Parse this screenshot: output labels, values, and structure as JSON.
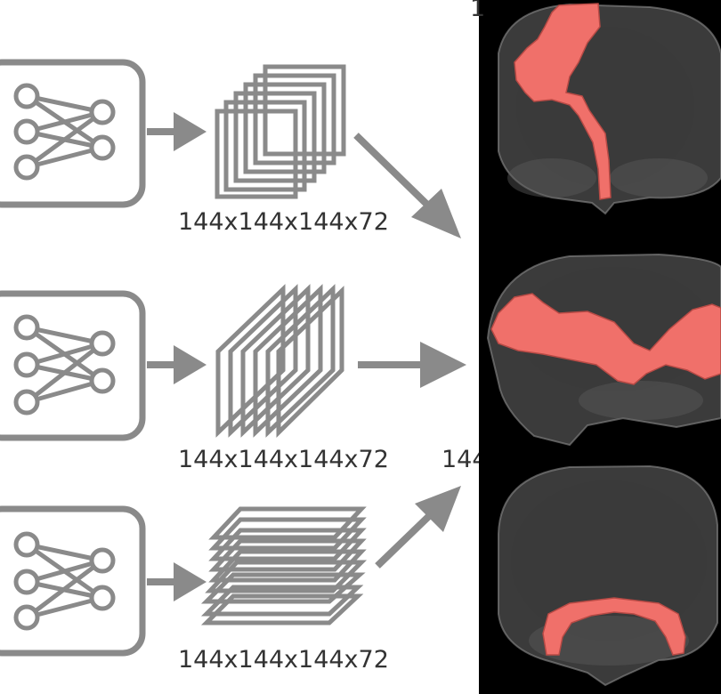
{
  "rows": [
    {
      "orientation": "coronal",
      "dimension_label": "144x144x144x72"
    },
    {
      "orientation": "sagittal",
      "dimension_label": "144x144x144x72"
    },
    {
      "orientation": "axial",
      "dimension_label": "144x144x144x72"
    }
  ],
  "partial_labels": {
    "occluded_middle": "144",
    "occluded_top": "1"
  },
  "colors": {
    "stroke_gray": "#8a8a8a",
    "render_background": "#000000",
    "vessel_fill": "#f0706a",
    "skull_gray": "#6b6b6b"
  },
  "icons": [
    "neural-network-icon",
    "stacked-slices-icon",
    "arrow-right-icon"
  ]
}
